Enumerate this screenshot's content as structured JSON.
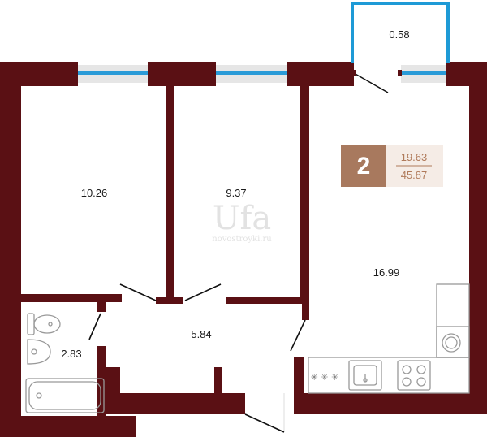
{
  "balcony": {
    "area": "0.58"
  },
  "rooms": [
    {
      "name": "bedroom-1",
      "area": "10.26"
    },
    {
      "name": "bedroom-2",
      "area": "9.37"
    },
    {
      "name": "living-kitchen",
      "area": "16.99"
    },
    {
      "name": "hallway",
      "area": "5.84"
    },
    {
      "name": "bathroom",
      "area": "2.83"
    }
  ],
  "badge": {
    "rooms": "2",
    "living_area": "19.63",
    "total_area": "45.87"
  },
  "stove_marks": "✳ ✳ ✳",
  "watermark": {
    "main": "Ufa",
    "sub": "novostroyki.ru"
  },
  "colors": {
    "wall": "#5a1014",
    "window_glass": "#2a9bd8",
    "window_frame": "#cfcfcf",
    "badge_dark": "#a8795e",
    "badge_light": "#f5ece6",
    "badge_text": "#b07a5a",
    "balcony_outline": "#1e9ad6"
  }
}
